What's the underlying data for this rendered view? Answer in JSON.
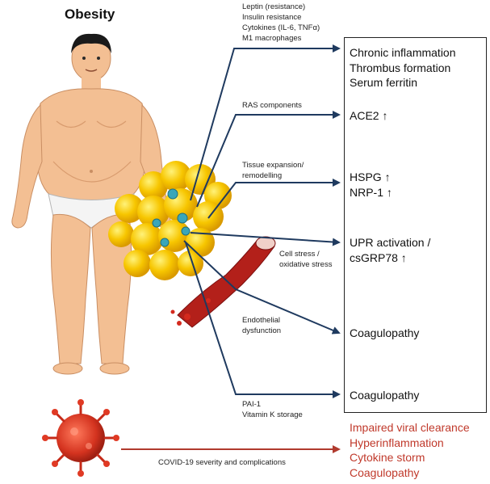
{
  "title": "Obesity",
  "mediators": [
    {
      "lines": [
        "Leptin (resistance)",
        "Insulin resistance",
        "Cytokines (IL-6, TNFα)",
        "M1 macrophages"
      ]
    },
    {
      "lines": [
        "RAS components"
      ]
    },
    {
      "lines": [
        "Tissue expansion/",
        "remodelling"
      ]
    },
    {
      "lines": [
        "Cell stress /",
        "oxidative stress"
      ]
    },
    {
      "lines": [
        "Endothelial",
        "dysfunction"
      ]
    },
    {
      "lines": [
        "PAI-1",
        "Vitamin K storage"
      ]
    }
  ],
  "outcomes": [
    {
      "lines": [
        "Chronic inflammation",
        "Thrombus formation",
        "Serum ferritin"
      ]
    },
    {
      "lines": [
        "ACE2 ↑"
      ]
    },
    {
      "lines": [
        "HSPG ↑",
        "NRP-1 ↑"
      ]
    },
    {
      "lines": [
        "UPR activation /",
        "csGRP78 ↑"
      ]
    },
    {
      "lines": [
        "Coagulopathy"
      ]
    },
    {
      "lines": [
        "Coagulopathy"
      ]
    }
  ],
  "covid_label": "COVID-19 severity and complications",
  "covid_outcomes": [
    "Impaired viral clearance",
    "Hyperinflammation",
    "Cytokine storm",
    "Coagulopathy"
  ],
  "colors": {
    "arrow": "#1f3a5f",
    "covid_text": "#c0392b",
    "covid_arrow": "#b03a2e",
    "skin": "#f3bf93",
    "fat": "#f7c600"
  }
}
